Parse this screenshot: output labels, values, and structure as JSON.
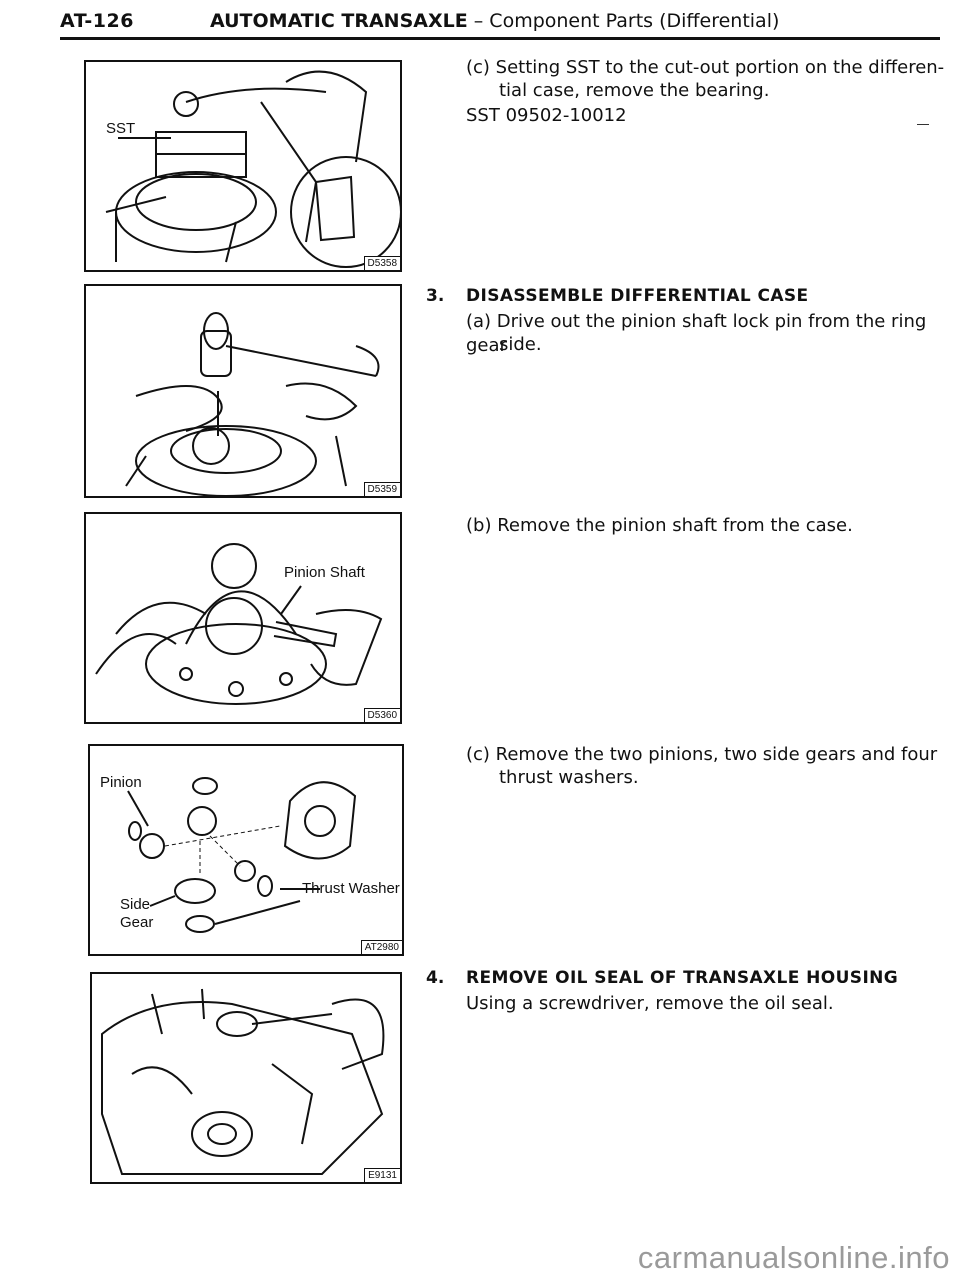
{
  "header": {
    "page_number": "AT-126",
    "section": "AUTOMATIC TRANSAXLE",
    "subsection": "– Component Parts (Differential)"
  },
  "figures": [
    {
      "code": "D5358",
      "labels": [
        "SST"
      ]
    },
    {
      "code": "D5359",
      "labels": []
    },
    {
      "code": "D5360",
      "labels": [
        "Pinion Shaft"
      ]
    },
    {
      "code": "AT2980",
      "labels": [
        "Pinion",
        "Thrust Washer",
        "Side",
        "Gear"
      ]
    },
    {
      "code": "E9131",
      "labels": []
    }
  ],
  "instructions": {
    "c1_line1": "(c)  Setting SST to the cut-out portion on the differen-",
    "c1_line2": "tial case, remove the bearing.",
    "sst_number": "SST 09502-10012",
    "step3_num": "3.",
    "step3_title": "DISASSEMBLE DIFFERENTIAL CASE",
    "a_line1": "(a)  Drive out the pinion shaft lock pin from the ring gear",
    "a_line2": "side.",
    "b_line1": "(b)  Remove the pinion shaft from the case.",
    "c2_line1": "(c)  Remove the two pinions, two side gears and four",
    "c2_line2": "thrust washers.",
    "step4_num": "4.",
    "step4_title": "REMOVE OIL SEAL OF TRANSAXLE HOUSING",
    "step4_line1": "Using a screwdriver, remove the oil seal."
  },
  "watermark": "carmanualsonline.info"
}
